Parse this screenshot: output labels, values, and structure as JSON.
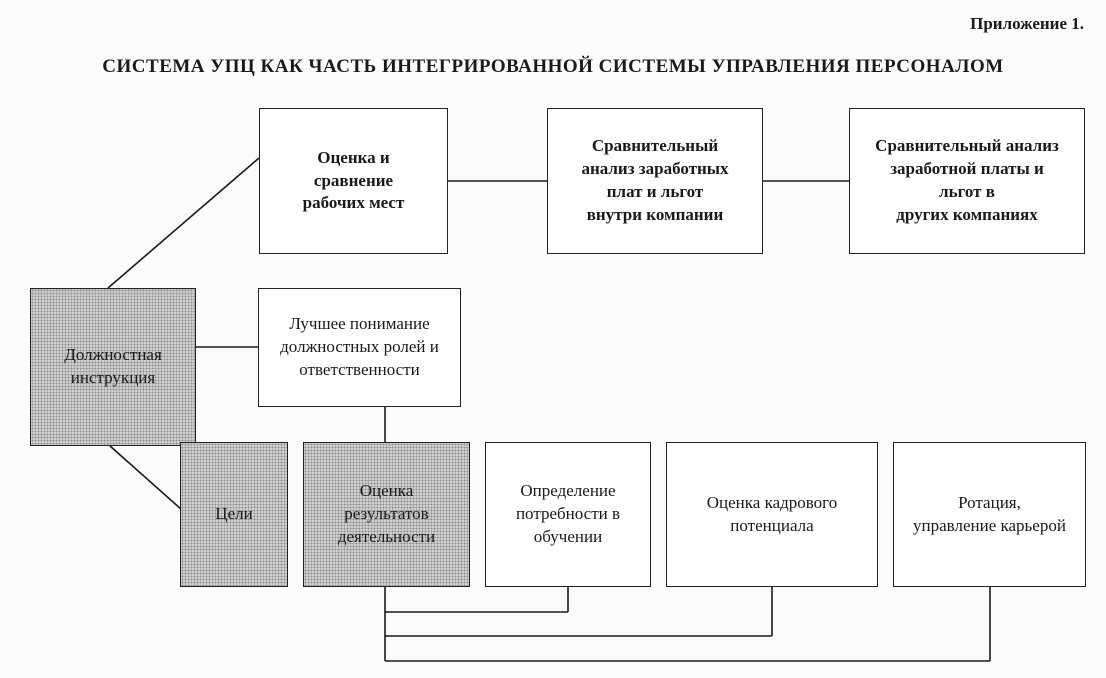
{
  "header": {
    "appendix": "Приложение 1.",
    "title": "СИСТЕМА УПЦ КАК ЧАСТЬ ИНТЕГРИРОВАННОЙ СИСТЕМЫ УПРАВЛЕНИЯ ПЕРСОНАЛОМ"
  },
  "nodes": {
    "job_evaluation": "Оценка и\nсравнение\nрабочих мест",
    "internal_comparison": "Сравнительный\nанализ заработных\nплат и льгот\nвнутри компании",
    "external_comparison": "Сравнительный анализ\nзаработной платы и\nльгот в\nдругих компаниях",
    "job_description": "Должностная\nинструкция",
    "roles_understanding": "Лучшее понимание\nдолжностных ролей и\nответственности",
    "goals": "Цели",
    "performance_evaluation": "Оценка\nрезультатов\nдеятельности",
    "training_needs": "Определение\nпотребности в\nобучении",
    "potential_assessment": "Оценка кадрового\nпотенциала",
    "rotation": "Ротация,\nуправление карьерой"
  },
  "colors": {
    "line": "#1a1a1a",
    "shaded_fill": "#cfcfcf",
    "box_fill": "#ffffff"
  }
}
